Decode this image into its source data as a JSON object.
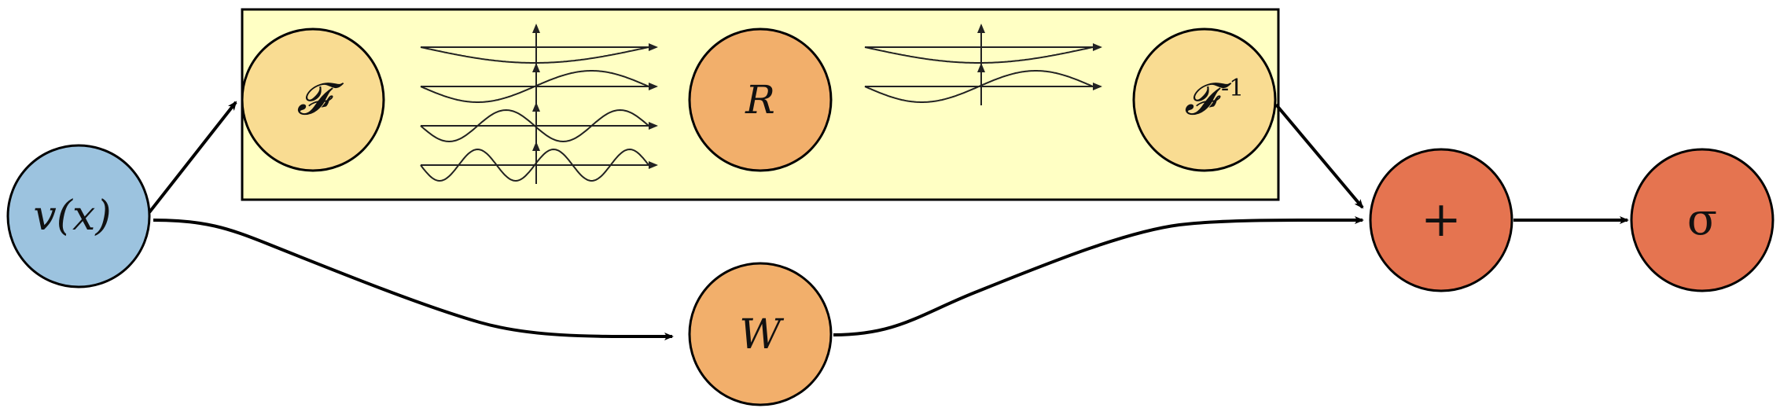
{
  "colors": {
    "input": "#9cc3df",
    "fourier": "#f9dc92",
    "linear": "#f2af6b",
    "sum": "#e57450",
    "block_fill": "#ffffc4",
    "stroke": "#000000"
  },
  "nodes": {
    "input": {
      "label": "v(x)"
    },
    "fourier": {
      "label": "𝓕"
    },
    "spectral": {
      "label": "R"
    },
    "inverse_fourier": {
      "label": "𝓕",
      "superscript": "-1"
    },
    "linear": {
      "label": "W"
    },
    "sum": {
      "label": "+"
    },
    "activation": {
      "label": "σ"
    }
  },
  "wave_groups": [
    {
      "name": "fourier-modes",
      "frequencies": [
        0.5,
        1,
        2,
        3
      ]
    },
    {
      "name": "filtered-modes",
      "frequencies": [
        0.5,
        1
      ]
    }
  ]
}
